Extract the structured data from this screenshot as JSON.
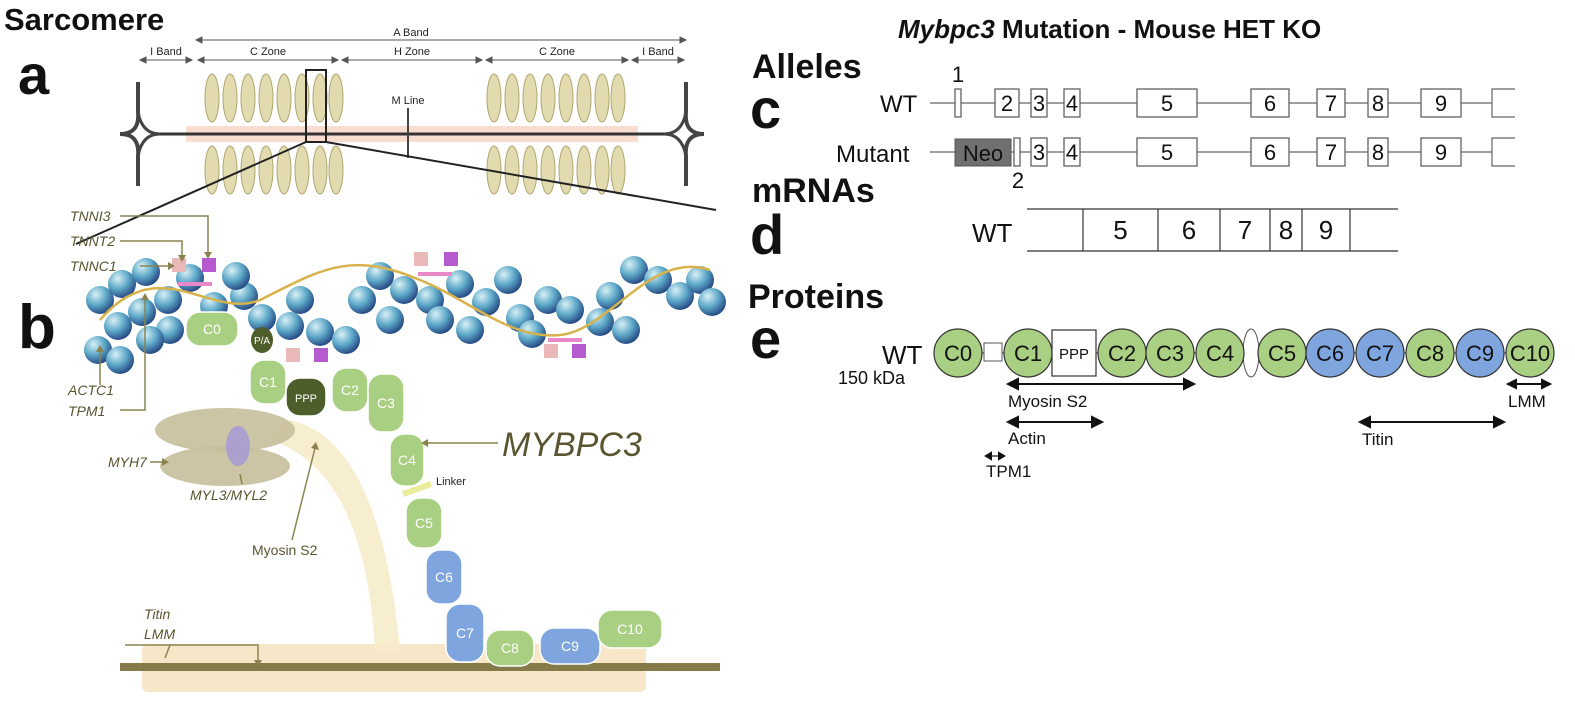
{
  "left": {
    "title": "Sarcomere",
    "panel_a": "a",
    "panel_b": "b",
    "sarcomere": {
      "a_band": "A Band",
      "i_band_left": "I Band",
      "i_band_right": "I Band",
      "c_zone_left": "C Zone",
      "h_zone": "H Zone",
      "c_zone_right": "C Zone",
      "m_line": "M Line"
    },
    "genes": {
      "tnni3": "TNNI3",
      "tnnt2": "TNNT2",
      "tnnc1": "TNNC1",
      "actc1": "ACTC1",
      "tpm1": "TPM1",
      "myh7": "MYH7",
      "myl": "MYL3/MYL2",
      "myosin_s2": "Myosin S2",
      "titin": "Titin",
      "lmm": "LMM",
      "mybpc3": "MYBPC3",
      "linker": "Linker",
      "pa": "P/A"
    },
    "domains": [
      "C0",
      "C1",
      "PPP",
      "C2",
      "C3",
      "C4",
      "C5",
      "C6",
      "C7",
      "C8",
      "C9",
      "C10"
    ]
  },
  "right": {
    "title_gene": "Mybpc3",
    "title_rest": " Mutation - Mouse HET KO",
    "panel_c": "c",
    "panel_d": "d",
    "panel_e": "e",
    "alleles_heading": "Alleles",
    "mrnas_heading": "mRNAs",
    "proteins_heading": "Proteins",
    "wt_label": "WT",
    "mutant_label": "Mutant",
    "neo_label": "Neo",
    "wt_exons": [
      "1",
      "2",
      "3",
      "4",
      "5",
      "6",
      "7",
      "8",
      "9"
    ],
    "mutant_exons": [
      "2",
      "3",
      "4",
      "5",
      "6",
      "7",
      "8",
      "9"
    ],
    "mrna_label": "WT",
    "mrna_segments": [
      "5",
      "6",
      "7",
      "8",
      "9"
    ],
    "protein_label": "WT",
    "protein_size": "150 kDa",
    "protein_domains": [
      {
        "label": "C0",
        "type": "green"
      },
      {
        "label": "C1",
        "type": "green"
      },
      {
        "label": "PPP",
        "type": "box"
      },
      {
        "label": "C2",
        "type": "green"
      },
      {
        "label": "C3",
        "type": "green"
      },
      {
        "label": "C4",
        "type": "green"
      },
      {
        "label": "C5",
        "type": "green"
      },
      {
        "label": "C6",
        "type": "blue"
      },
      {
        "label": "C7",
        "type": "blue"
      },
      {
        "label": "C8",
        "type": "green"
      },
      {
        "label": "C9",
        "type": "blue"
      },
      {
        "label": "C10",
        "type": "green"
      }
    ],
    "binding": {
      "myosin_s2": "Myosin S2",
      "actin": "Actin",
      "tpm1": "TPM1",
      "titin": "Titin",
      "lmm": "LMM"
    }
  },
  "colors": {
    "green": "#a9cf82",
    "blue": "#7fa5df",
    "dark_green": "#4e5e2a",
    "olive_text": "#5a5530",
    "neo": "#707070"
  }
}
